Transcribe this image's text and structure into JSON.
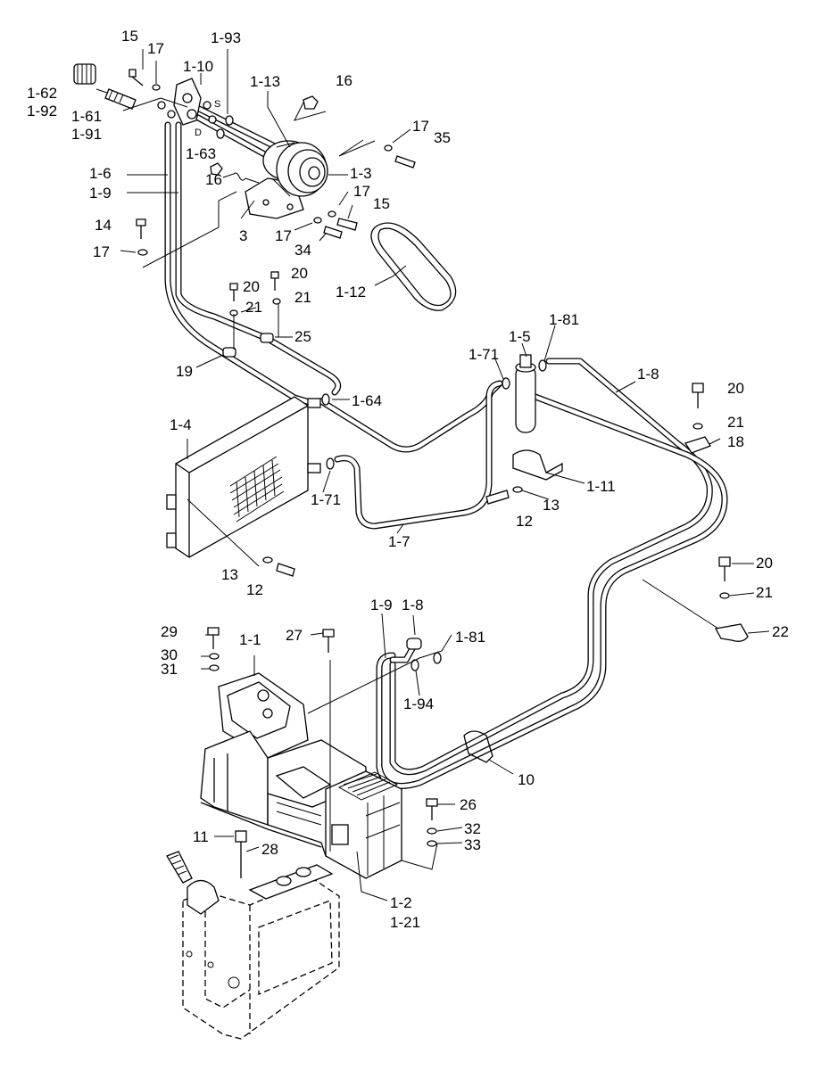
{
  "diagram": {
    "labels": {
      "p15a": "15",
      "p17a": "17",
      "p1_93": "1-93",
      "p1_10": "1-10",
      "p1_62": "1-62",
      "p1_92": "1-92",
      "p1_61": "1-61",
      "p1_91": "1-91",
      "p1_13": "1-13",
      "p16a": "16",
      "pS": "S",
      "pD": "D",
      "p1_63": "1-63",
      "p17b": "17",
      "p35": "35",
      "p1_3": "1-3",
      "p16b": "16",
      "p1_6": "1-6",
      "p1_9a": "1-9",
      "p17c": "17",
      "p15b": "15",
      "p14": "14",
      "p17d": "17",
      "p3": "3",
      "p17e": "17",
      "p34": "34",
      "p1_12": "1-12",
      "p20a": "20",
      "p20b": "20",
      "p21a": "21",
      "p21b": "21",
      "p25": "25",
      "p19": "19",
      "p1_64": "1-64",
      "p1_71a": "1-71",
      "p1_5": "1-5",
      "p1_81a": "1-81",
      "p1_8a": "1-8",
      "p20c": "20",
      "p21c": "21",
      "p18": "18",
      "p1_4": "1-4",
      "p1_71b": "1-71",
      "p1_11": "1-11",
      "p13a": "13",
      "p12a": "12",
      "p1_7": "1-7",
      "p13b": "13",
      "p12b": "12",
      "p20d": "20",
      "p21d": "21",
      "p22": "22",
      "p29": "29",
      "p27": "27",
      "p1_1": "1-1",
      "p30": "30",
      "p31": "31",
      "p1_9b": "1-9",
      "p1_8b": "1-8",
      "p1_81b": "1-81",
      "p1_94": "1-94",
      "p10": "10",
      "p26": "26",
      "p32": "32",
      "p33": "33",
      "p11": "11",
      "p28": "28",
      "p1_2": "1-2",
      "p1_21": "1-21"
    }
  }
}
